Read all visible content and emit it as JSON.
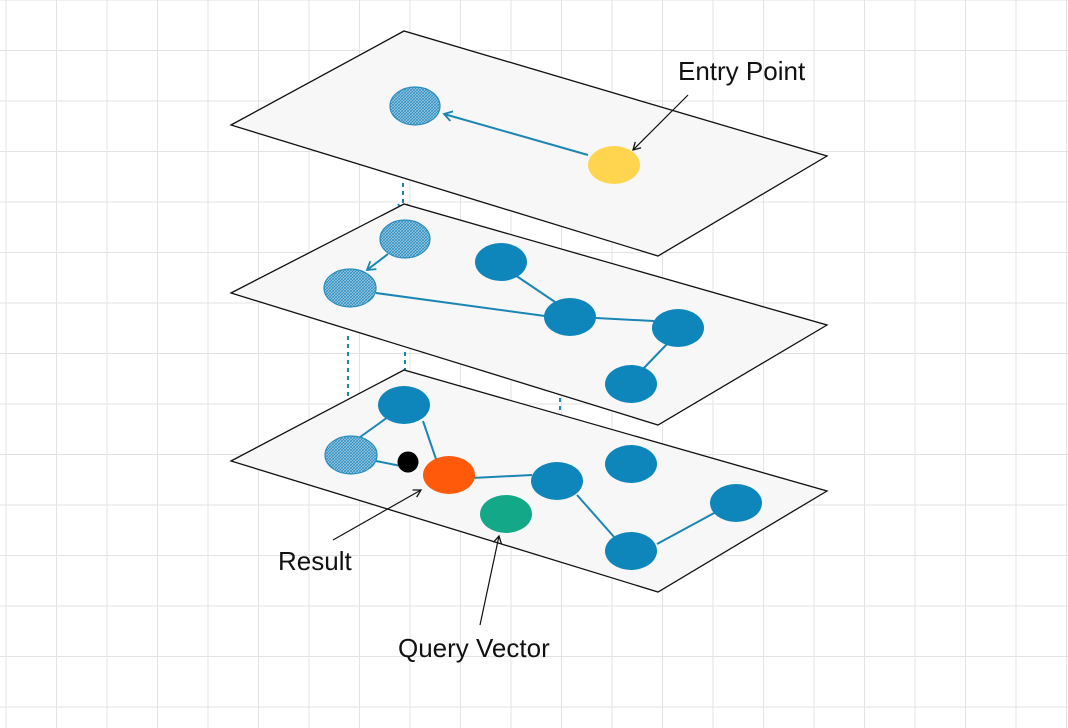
{
  "labels": {
    "entry_point": "Entry Point",
    "result": "Result",
    "query_vector": "Query Vector"
  },
  "colors": {
    "grid": "#e3e3e3",
    "plane_fill": "#f7f7f7",
    "plane_stroke": "#111111",
    "node": "#0e86bc",
    "edge": "#1b86b3",
    "visited_node_fill": "#a8cfe3",
    "entry_node": "#ffd54f",
    "result_node": "#ff5a0a",
    "query_node": "#13a888",
    "cursor_dot": "#000000"
  }
}
